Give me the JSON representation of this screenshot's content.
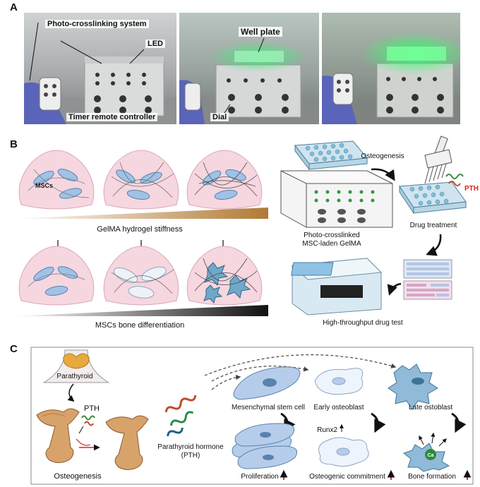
{
  "panels": {
    "a": "A",
    "b": "B",
    "c": "C"
  },
  "photos": {
    "p1": {
      "system": "Photo-crosslinking system",
      "led": "LED",
      "remote": "Timer remote controller"
    },
    "p2": {
      "well_plate": "Well plate",
      "dial": "Dial"
    }
  },
  "panel_b": {
    "mscs": "MSCs",
    "stiffness": "GelMA hydrogel stiffness",
    "differentiation": "MSCs bone differentiation",
    "osteogenesis": "Osteogenesis",
    "pth": "PTH",
    "crosslinked_1": "Photo-crosslinked",
    "crosslinked_2": "MSC-laden GelMA",
    "drug_treatment": "Drug treatment",
    "hts": "High-throughput drug test"
  },
  "panel_c": {
    "parathyroid": "Parathyroid",
    "pth": "PTH",
    "osteogenesis": "Osteogenesis",
    "hormone_1": "Parathyroid hormone",
    "hormone_2": "(PTH)",
    "msc": "Mesenchymal stem cell",
    "early": "Early osteoblast",
    "late": "Late ostoblast",
    "runx2": "Runx2",
    "proliferation": "Proliferation",
    "commitment": "Osteogenic commitment",
    "bone_formation": "Bone formation",
    "ca": "Ca"
  },
  "colors": {
    "gel": "#f6d6df",
    "cell": "#9fc2e6",
    "arrow_red": "#e02020",
    "led_green": "#3df07a"
  }
}
